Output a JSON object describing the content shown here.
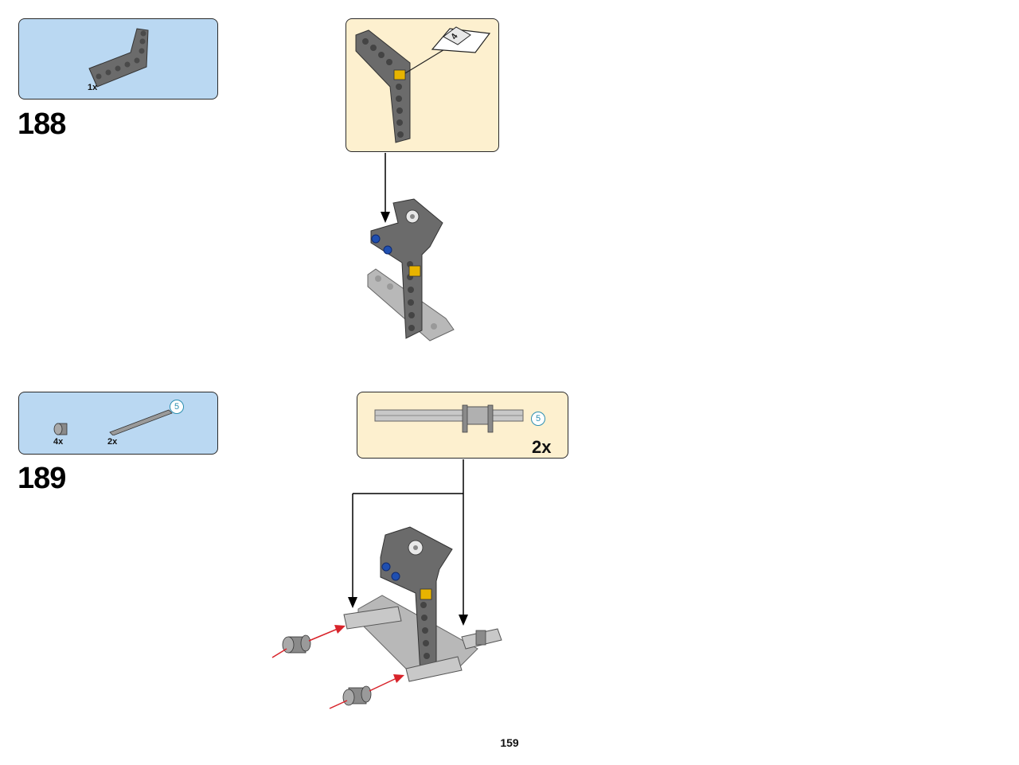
{
  "page_number": "159",
  "steps": [
    {
      "number": "188",
      "parts": [
        {
          "name": "l-shaped-beam",
          "qty": "1x"
        }
      ],
      "callout": {
        "sticker_label": "4"
      }
    },
    {
      "number": "189",
      "parts": [
        {
          "name": "bush",
          "qty": "4x"
        },
        {
          "name": "axle",
          "qty": "2x",
          "length": "5"
        }
      ],
      "callout": {
        "axle_length": "5",
        "qty": "2x"
      }
    }
  ],
  "colors": {
    "parts_box_bg": "#bad8f2",
    "callout_bg": "#fdf0cf",
    "beam_dark_gray": "#6b6b6b",
    "beam_light_gray": "#b8b8b8",
    "sticker_yellow": "#e8b400",
    "pin_blue": "#1f4fb0",
    "arrow_red": "#d8232a",
    "badge_teal": "#2d8fb0"
  }
}
